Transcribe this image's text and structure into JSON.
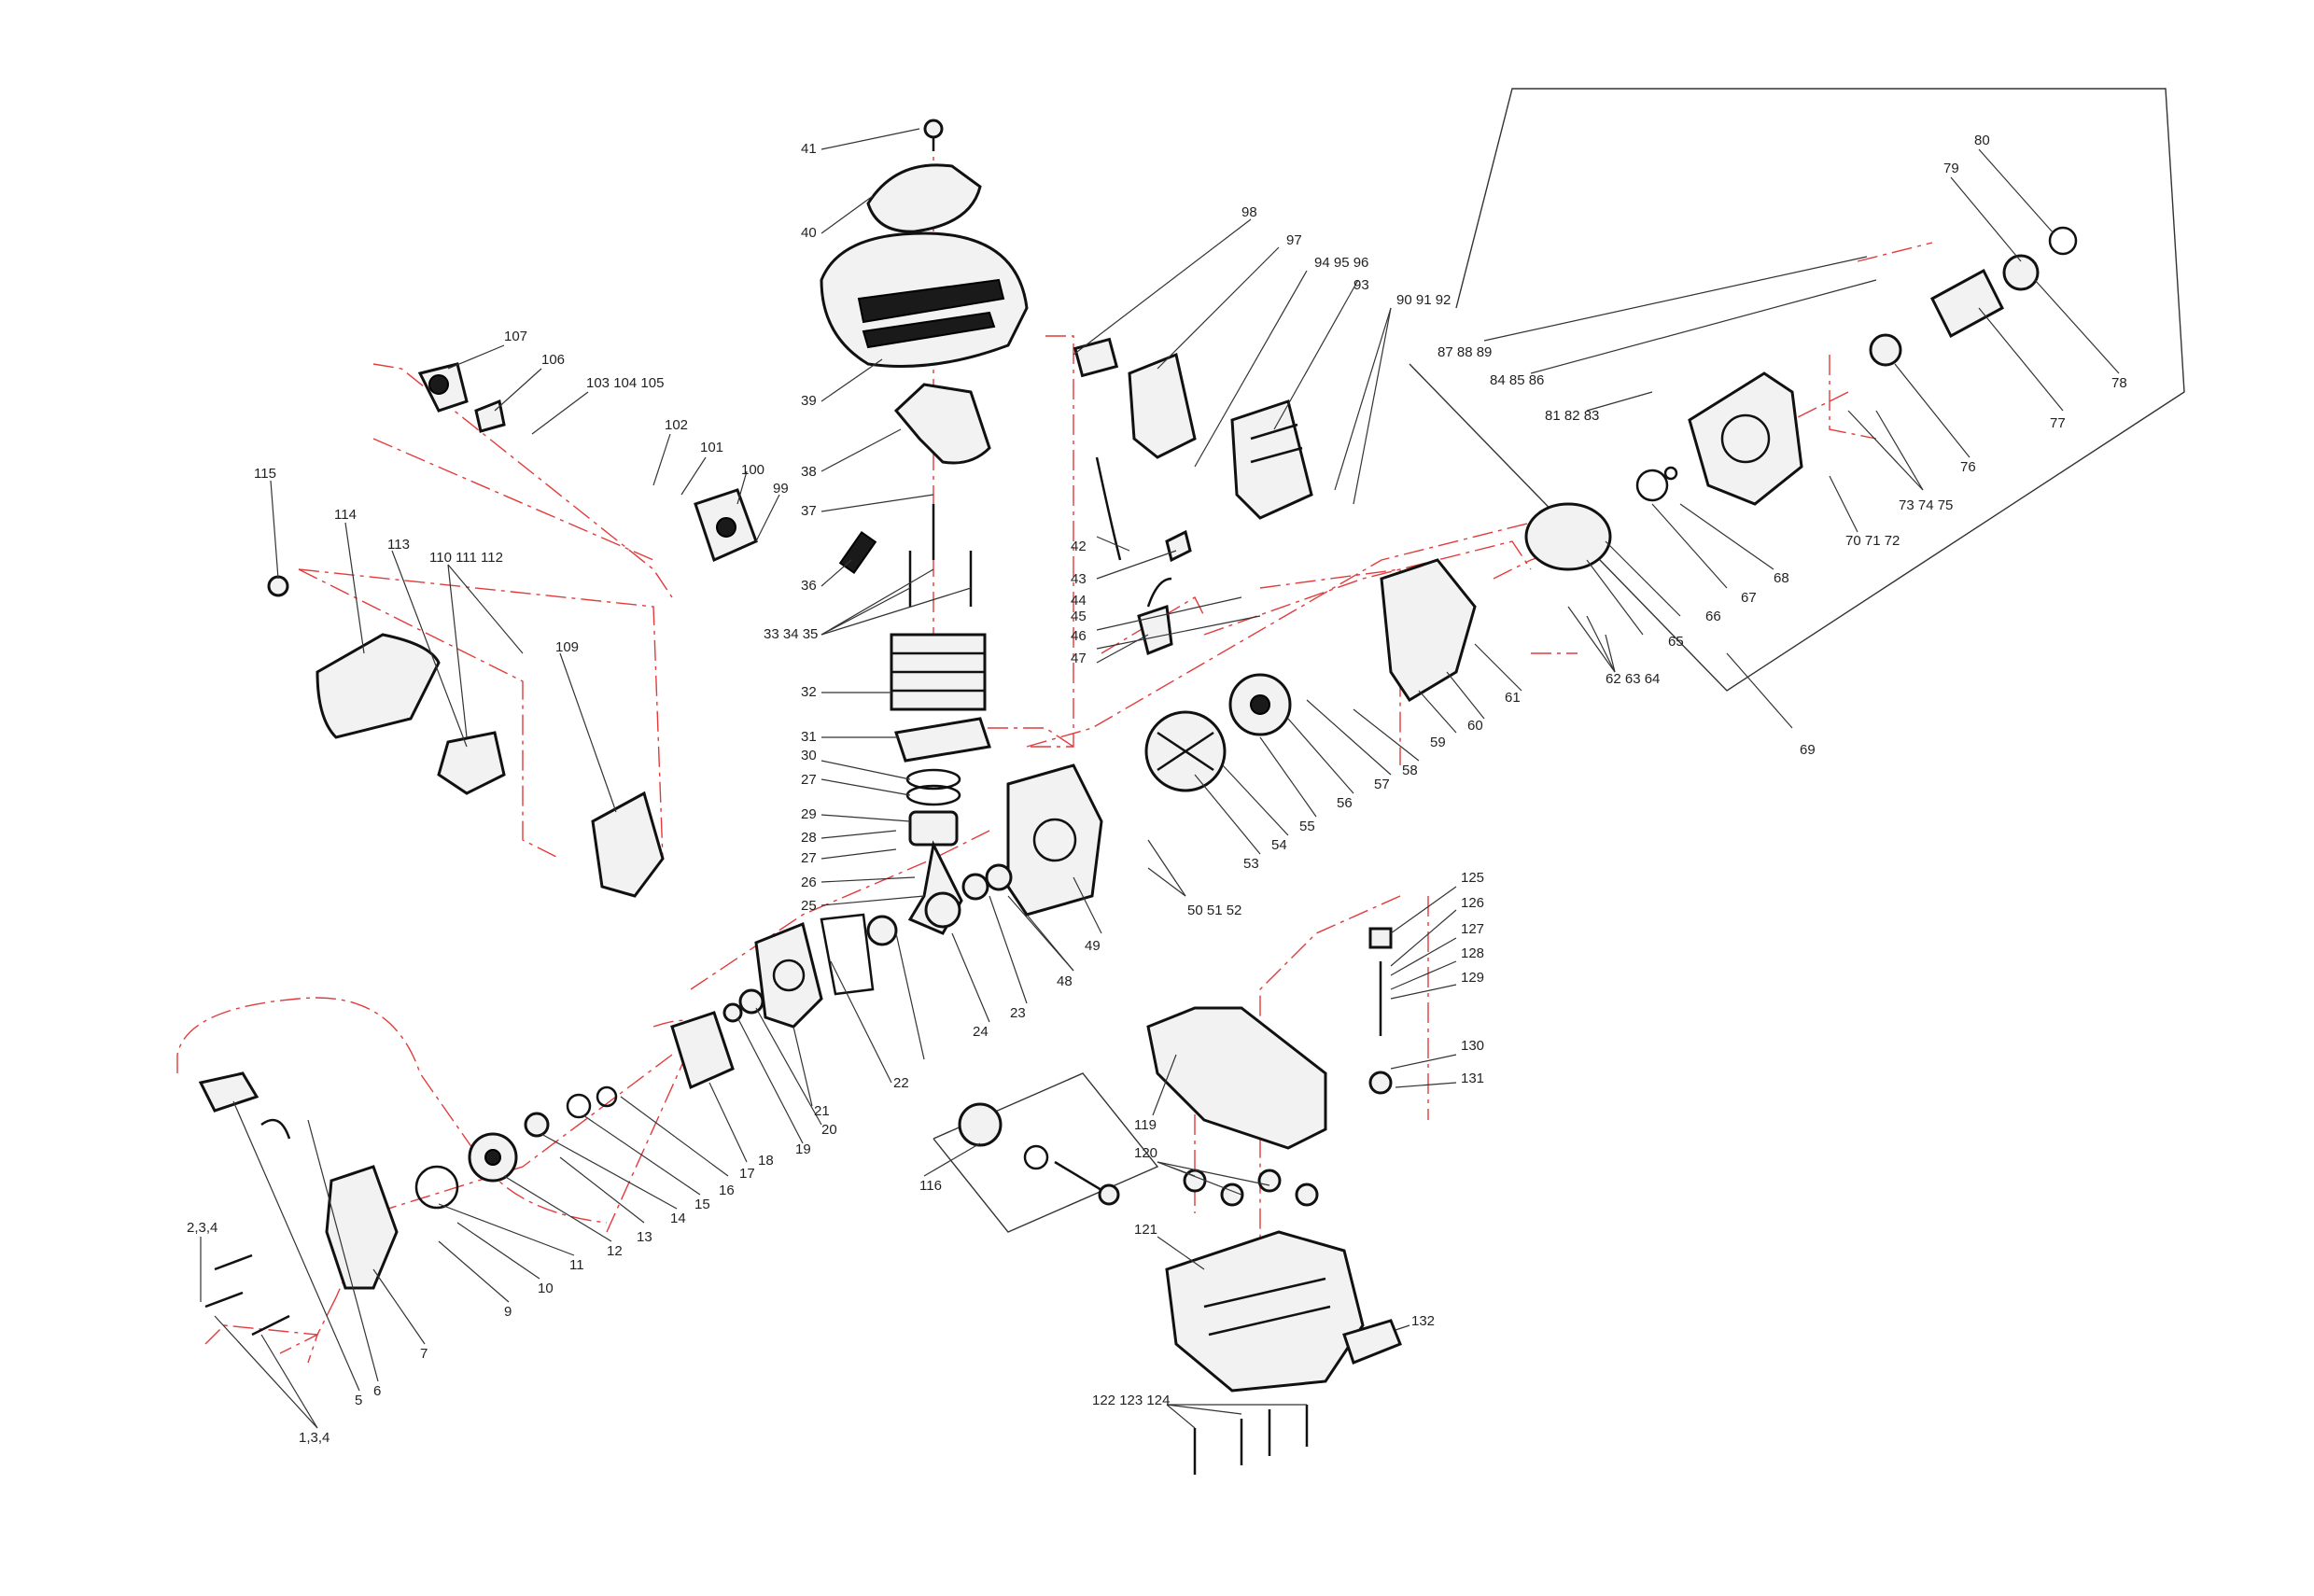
{
  "labels": {
    "l1": "41",
    "l2": "40",
    "l3": "39",
    "l4": "38",
    "l5": "37",
    "l6": "36",
    "l7": "33 34 35",
    "l8": "32",
    "l9": "31",
    "l10": "30",
    "l11": "27",
    "l12": "29",
    "l13": "28",
    "l14": "27",
    "l15": "26",
    "l16": "25",
    "l17": "98",
    "l18": "97",
    "l19": "94 95 96",
    "l20": "93",
    "l21": "90 91 92",
    "l22": "42",
    "l23": "43",
    "l24": "44",
    "l25": "45",
    "l26": "46",
    "l27": "47",
    "l28": "107",
    "l29": "106",
    "l30": "103 104 105",
    "l31": "102",
    "l32": "101",
    "l33": "100",
    "l34": "99",
    "l35": "115",
    "l36": "114",
    "l37": "113",
    "l38": "110 111 112",
    "l39": "109",
    "l40": "80",
    "l41": "79",
    "l42": "78",
    "l43": "77",
    "l44": "76",
    "l45": "87 88 89",
    "l46": "84 85 86",
    "l47": "81 82 83",
    "l48": "73 74 75",
    "l49": "70 71 72",
    "l50": "68",
    "l51": "67",
    "l52": "66",
    "l53": "65",
    "l54": "62 63 64",
    "l55": "61",
    "l56": "60",
    "l57": "59",
    "l58": "58",
    "l59": "57",
    "l60": "56",
    "l61": "55",
    "l62": "54",
    "l63": "53",
    "l64": "69",
    "l65": "50 51 52",
    "l66": "49",
    "l67": "48",
    "l68": "23",
    "l69": "24",
    "l70": "22",
    "l71": "21",
    "l72": "20",
    "l73": "19",
    "l74": "18",
    "l75": "17",
    "l76": "16",
    "l77": "15",
    "l78": "14",
    "l79": "13",
    "l80": "12",
    "l81": "11",
    "l82": "10",
    "l83": "9",
    "l84": "7",
    "l85": "6",
    "l86": "5",
    "l87": "2,3,4",
    "l88": "1,3,4",
    "l89": "116",
    "l90": "119",
    "l91": "120",
    "l92": "121",
    "l93": "122 123 124",
    "l94": "132",
    "l95": "125",
    "l96": "126",
    "l97": "127",
    "l98": "128",
    "l99": "129",
    "l100": "130",
    "l101": "131"
  }
}
